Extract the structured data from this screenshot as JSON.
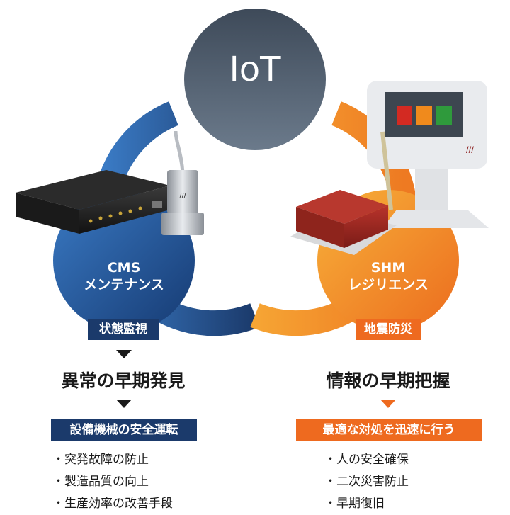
{
  "center": {
    "label": "IoT"
  },
  "left": {
    "title_line1": "CMS",
    "title_line2": "メンテナンス",
    "tag": "状態監視",
    "headline": "異常の早期発見",
    "banner": "設備機械の安全運転",
    "items": [
      "突発故障の防止",
      "製造品質の向上",
      "生産効率の改善手段"
    ]
  },
  "right": {
    "title_line1": "SHM",
    "title_line2": "レジリエンス",
    "tag": "地震防災",
    "headline": "情報の早期把握",
    "banner": "最適な対処を迅速に行う",
    "items": [
      "人の安全確保",
      "二次災害防止",
      "早期復旧"
    ]
  },
  "colors": {
    "navy": "#1b3a6b",
    "blue_light": "#2f6fb6",
    "orange": "#ee6a1f",
    "orange_light": "#f6a534",
    "slate": "#4f5d6e",
    "dark_text": "#1a1a1a"
  }
}
